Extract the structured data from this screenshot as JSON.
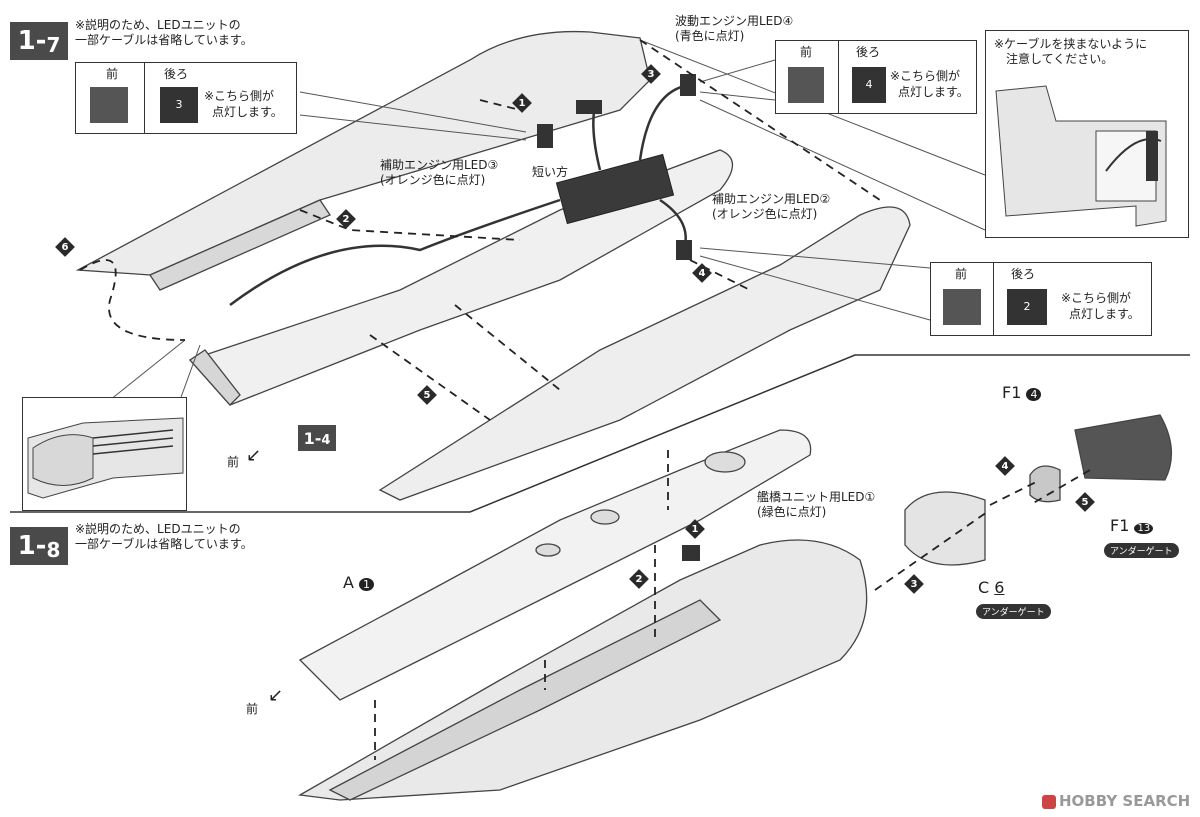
{
  "step7": {
    "badge_main": "1-",
    "badge_num": "7",
    "note_line1": "※説明のため、LEDユニットの",
    "note_line2": "一部ケーブルは省略しています。",
    "front_label": "前",
    "ref_badge_main": "1-",
    "ref_badge_num": "4",
    "led3": {
      "title": "補助エンジン用LED③",
      "sub": "(オレンジ色に点灯)",
      "box_front": "前",
      "box_back": "後ろ",
      "digit": "3",
      "note_line1": "※こちら側が",
      "note_line2": "点灯します。"
    },
    "short_side": "短い方",
    "led4": {
      "title": "波動エンジン用LED④",
      "sub": "(青色に点灯)",
      "box_front": "前",
      "box_back": "後ろ",
      "digit": "4",
      "note_line1": "※こちら側が",
      "note_line2": "点灯します。"
    },
    "led2": {
      "title": "補助エンジン用LED②",
      "sub": "(オレンジ色に点灯)",
      "box_front": "前",
      "box_back": "後ろ",
      "digit": "2",
      "note_line1": "※こちら側が",
      "note_line2": "点灯します。"
    },
    "cable_note_line1": "※ケーブルを挟まないように",
    "cable_note_line2": "注意してください。",
    "numbers": [
      "1",
      "2",
      "3",
      "4",
      "5",
      "6"
    ]
  },
  "step8": {
    "badge_main": "1-",
    "badge_num": "8",
    "note_line1": "※説明のため、LEDユニットの",
    "note_line2": "一部ケーブルは省略しています。",
    "front_label": "前",
    "led1": {
      "title": "艦橋ユニット用LED①",
      "sub": "(緑色に点灯)"
    },
    "part_a": "A",
    "part_a_num": "1",
    "part_c": "C",
    "part_c_num": "6",
    "part_f1_top": "F1",
    "part_f1_top_num": "4",
    "part_f1_bot": "F1",
    "part_f1_bot_num": "13",
    "under_gate_1": "アンダーゲート",
    "under_gate_2": "アンダーゲート",
    "numbers": [
      "1",
      "2",
      "3",
      "4",
      "5"
    ]
  },
  "watermark": "HOBBY SEARCH"
}
